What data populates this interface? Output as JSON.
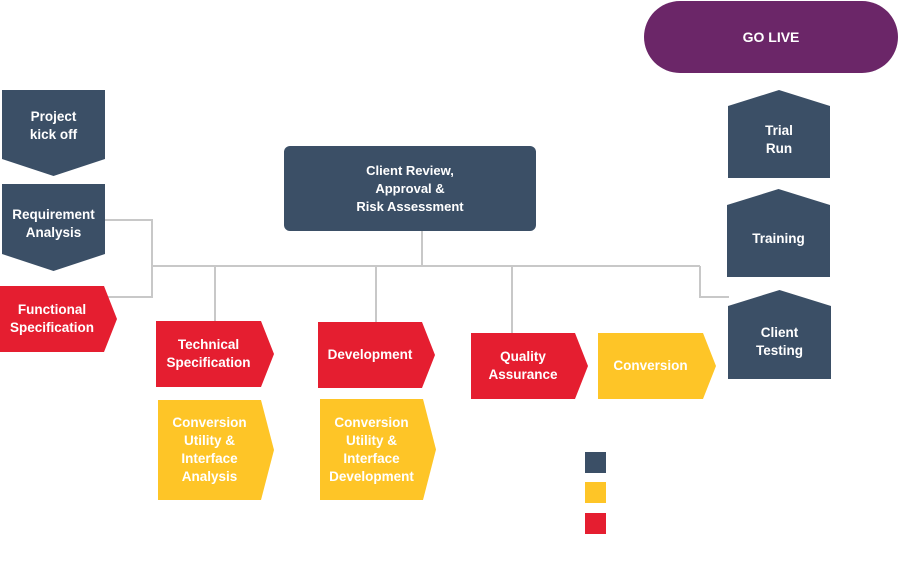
{
  "colors": {
    "navy": "#3b4f66",
    "red": "#e51e30",
    "yellow": "#fec527",
    "purple": "#6b2668",
    "connector": "#c8c8c8"
  },
  "diagram": {
    "go_live": "GO LIVE",
    "project_kickoff": "Project\nkick off",
    "requirement_analysis": "Requirement\nAnalysis",
    "functional_specification": "Functional\nSpecification",
    "client_review": "Client Review,\nApproval &\nRisk Assessment",
    "technical_specification": "Technical\nSpecification",
    "development": "Development",
    "quality_assurance": "Quality\nAssurance",
    "conversion": "Conversion",
    "conversion_utility_analysis": "Conversion\nUtility &\nInterface\nAnalysis",
    "conversion_utility_development": "Conversion\nUtility &\nInterface\nDevelopment",
    "trial_run": "Trial\nRun",
    "training": "Training",
    "client_testing": "Client\nTesting"
  },
  "legend": {
    "items": [
      {
        "color": "#3b4f66",
        "icon": "navy-square"
      },
      {
        "color": "#fec527",
        "icon": "yellow-square"
      },
      {
        "color": "#e51e30",
        "icon": "red-square"
      }
    ]
  }
}
